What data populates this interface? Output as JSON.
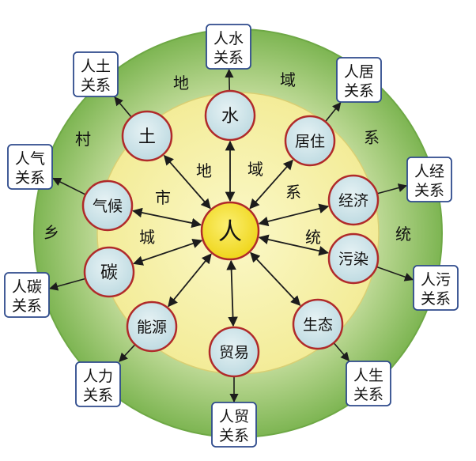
{
  "center": "人",
  "inner_ring_text": [
    "市",
    "城",
    "地",
    "域",
    "系",
    "统"
  ],
  "outer_ring_text": [
    "地",
    "域",
    "系",
    "统",
    "村",
    "乡"
  ],
  "nodes": [
    "水",
    "居住",
    "经济",
    "污染",
    "生态",
    "贸易",
    "能源",
    "碳",
    "气候",
    "土"
  ],
  "relations": [
    [
      "人水",
      "关系"
    ],
    [
      "人居",
      "关系"
    ],
    [
      "人经",
      "关系"
    ],
    [
      "人污",
      "关系"
    ],
    [
      "人生",
      "关系"
    ],
    [
      "人贸",
      "关系"
    ],
    [
      "人力",
      "关系"
    ],
    [
      "人碳",
      "关系"
    ],
    [
      "人气",
      "关系"
    ],
    [
      "人土",
      "关系"
    ]
  ],
  "colors": {
    "outer_ring": "#8cc063",
    "inner_ring": "#f6f2a6",
    "center": "#f5e234",
    "node_fill": "#cfe5ea",
    "node_stroke": "#b02a2a",
    "box_stroke": "#2e4a8c"
  }
}
